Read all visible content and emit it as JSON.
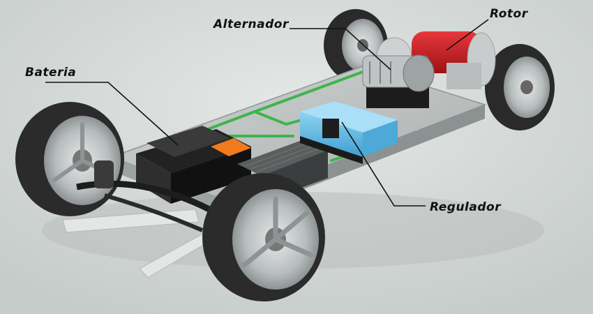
{
  "labels": {
    "alternador": "Alternador",
    "rotor": "Rotor",
    "bateria": "Bateria",
    "regulador": "Regulador"
  },
  "colors": {
    "background": "#d6dbd9",
    "rotor": "#c81e22",
    "regulator": "#5fb7e3",
    "wiring": "#3db54a",
    "battery_connector": "#f07a1e"
  }
}
